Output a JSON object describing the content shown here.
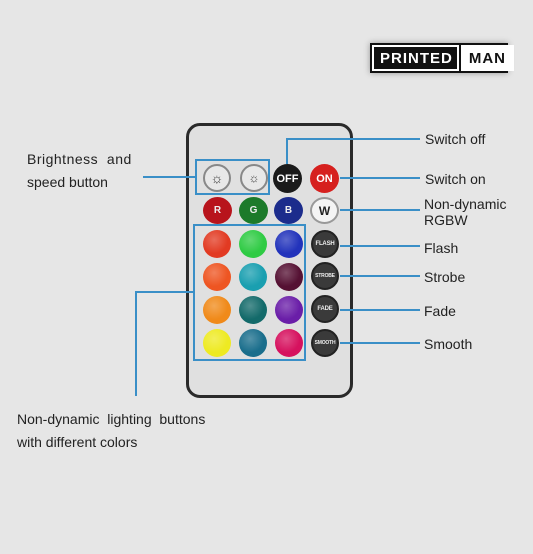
{
  "logo": {
    "part1": "PRINTED",
    "part2": "MAN"
  },
  "remote": {
    "brightness_up_symbol": "☼",
    "brightness_down_symbol": "☼",
    "off_label": "OFF",
    "on_label": "ON",
    "r_label": "R",
    "g_label": "G",
    "b_label": "B",
    "w_label": "W",
    "flash_label": "FLASH",
    "strobe_label": "STROBE",
    "fade_label": "FADE",
    "smooth_label": "SMOOTH",
    "color_grid": [
      [
        "#e23a22",
        "#2fcb44",
        "#2233bb"
      ],
      [
        "#ee5522",
        "#1a9fb0",
        "#551133"
      ],
      [
        "#f08a1a",
        "#136a6a",
        "#6a1ea8"
      ],
      [
        "#eeea22",
        "#1a6e8c",
        "#d6115e"
      ]
    ],
    "rgbw_colors": {
      "r": "#b8141c",
      "g": "#1c7a2a",
      "b": "#1c2c8c",
      "w": "#f4f4f4"
    },
    "off_color": "#1a1a1a",
    "on_color": "#d6201e"
  },
  "annotations": {
    "brightness_line1": "Brightness  and",
    "brightness_line2": "speed button",
    "switch_off": "Switch off",
    "switch_on": "Switch on",
    "nondynamic_line1": "Non-dynamic",
    "nondynamic_line2": "RGBW",
    "flash": "Flash",
    "strobe": "Strobe",
    "fade": "Fade",
    "smooth": "Smooth",
    "lighting_line1": "Non-dynamic  lighting  buttons",
    "lighting_line2": "with different colors"
  },
  "colors": {
    "accent_line": "#3a8fc7",
    "remote_body": "#e0e0e0",
    "background": "#e6e6e6"
  }
}
